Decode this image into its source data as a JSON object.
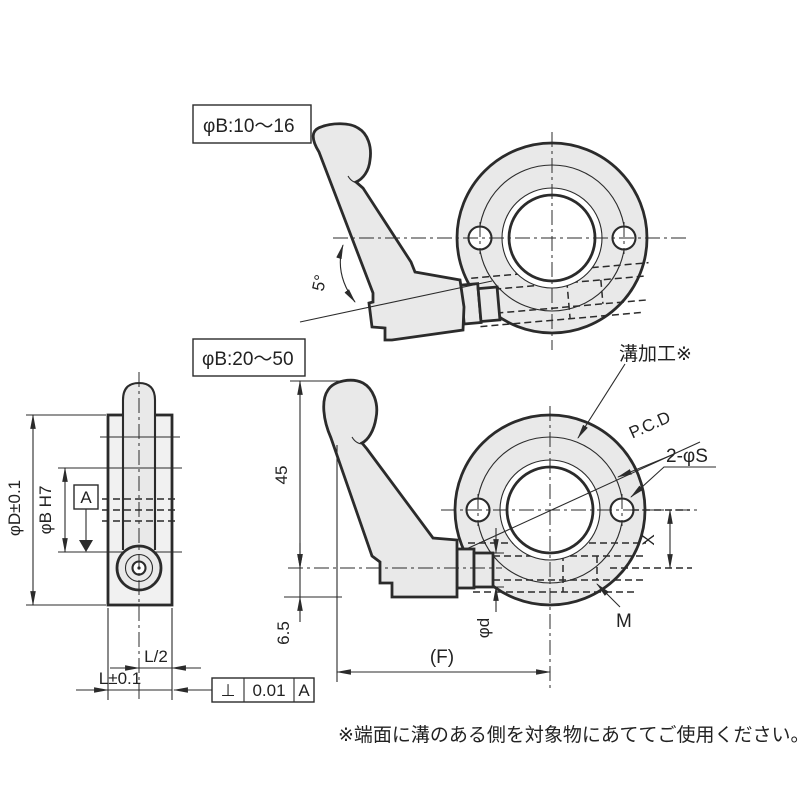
{
  "labels": {
    "variant_top": "φB:10～16",
    "variant_bottom": "φB:20～50"
  },
  "top_view": {
    "angle": "5°"
  },
  "front_view": {
    "dim_height": "45",
    "dim_offset_bottom": "6.5",
    "dim_length_f": "(F)",
    "dim_shaft": "φd",
    "dim_hole_offset": "X",
    "groove_label": "溝加工※",
    "pcd_label": "P.C.D",
    "holes_label": "2-φS",
    "thread_label": "M"
  },
  "side_view": {
    "dim_outer": "φD±0.1",
    "dim_bore": "φB H7",
    "datum_label": "A",
    "dim_half": "L/2",
    "dim_length": "L±0.1",
    "tolerance_frame": {
      "symbol": "⊥",
      "value": "0.01",
      "datum": "A"
    }
  },
  "note": "※端面に溝のある側を対象物にあててご使用ください。",
  "colors": {
    "line": "#2b2b2b",
    "part_fill": "#e9e9e9",
    "background": "#ffffff"
  }
}
